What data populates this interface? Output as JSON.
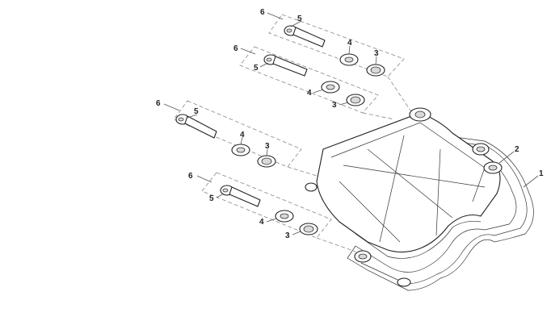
{
  "diagram": {
    "callouts": {
      "group1": {
        "bolt_qty": "6",
        "bolt": "5",
        "washer": "4",
        "seal": "3"
      },
      "group2": {
        "bolt_qty": "6",
        "bolt": "5",
        "washer": "4",
        "seal": "3"
      },
      "group3": {
        "bolt_qty": "6",
        "bolt": "5",
        "washer": "4",
        "seal": "3"
      },
      "group4": {
        "bolt_qty": "6",
        "bolt": "5",
        "washer": "4",
        "seal": "3"
      },
      "cover_gasket": "1",
      "cover_grommet": "2"
    }
  }
}
